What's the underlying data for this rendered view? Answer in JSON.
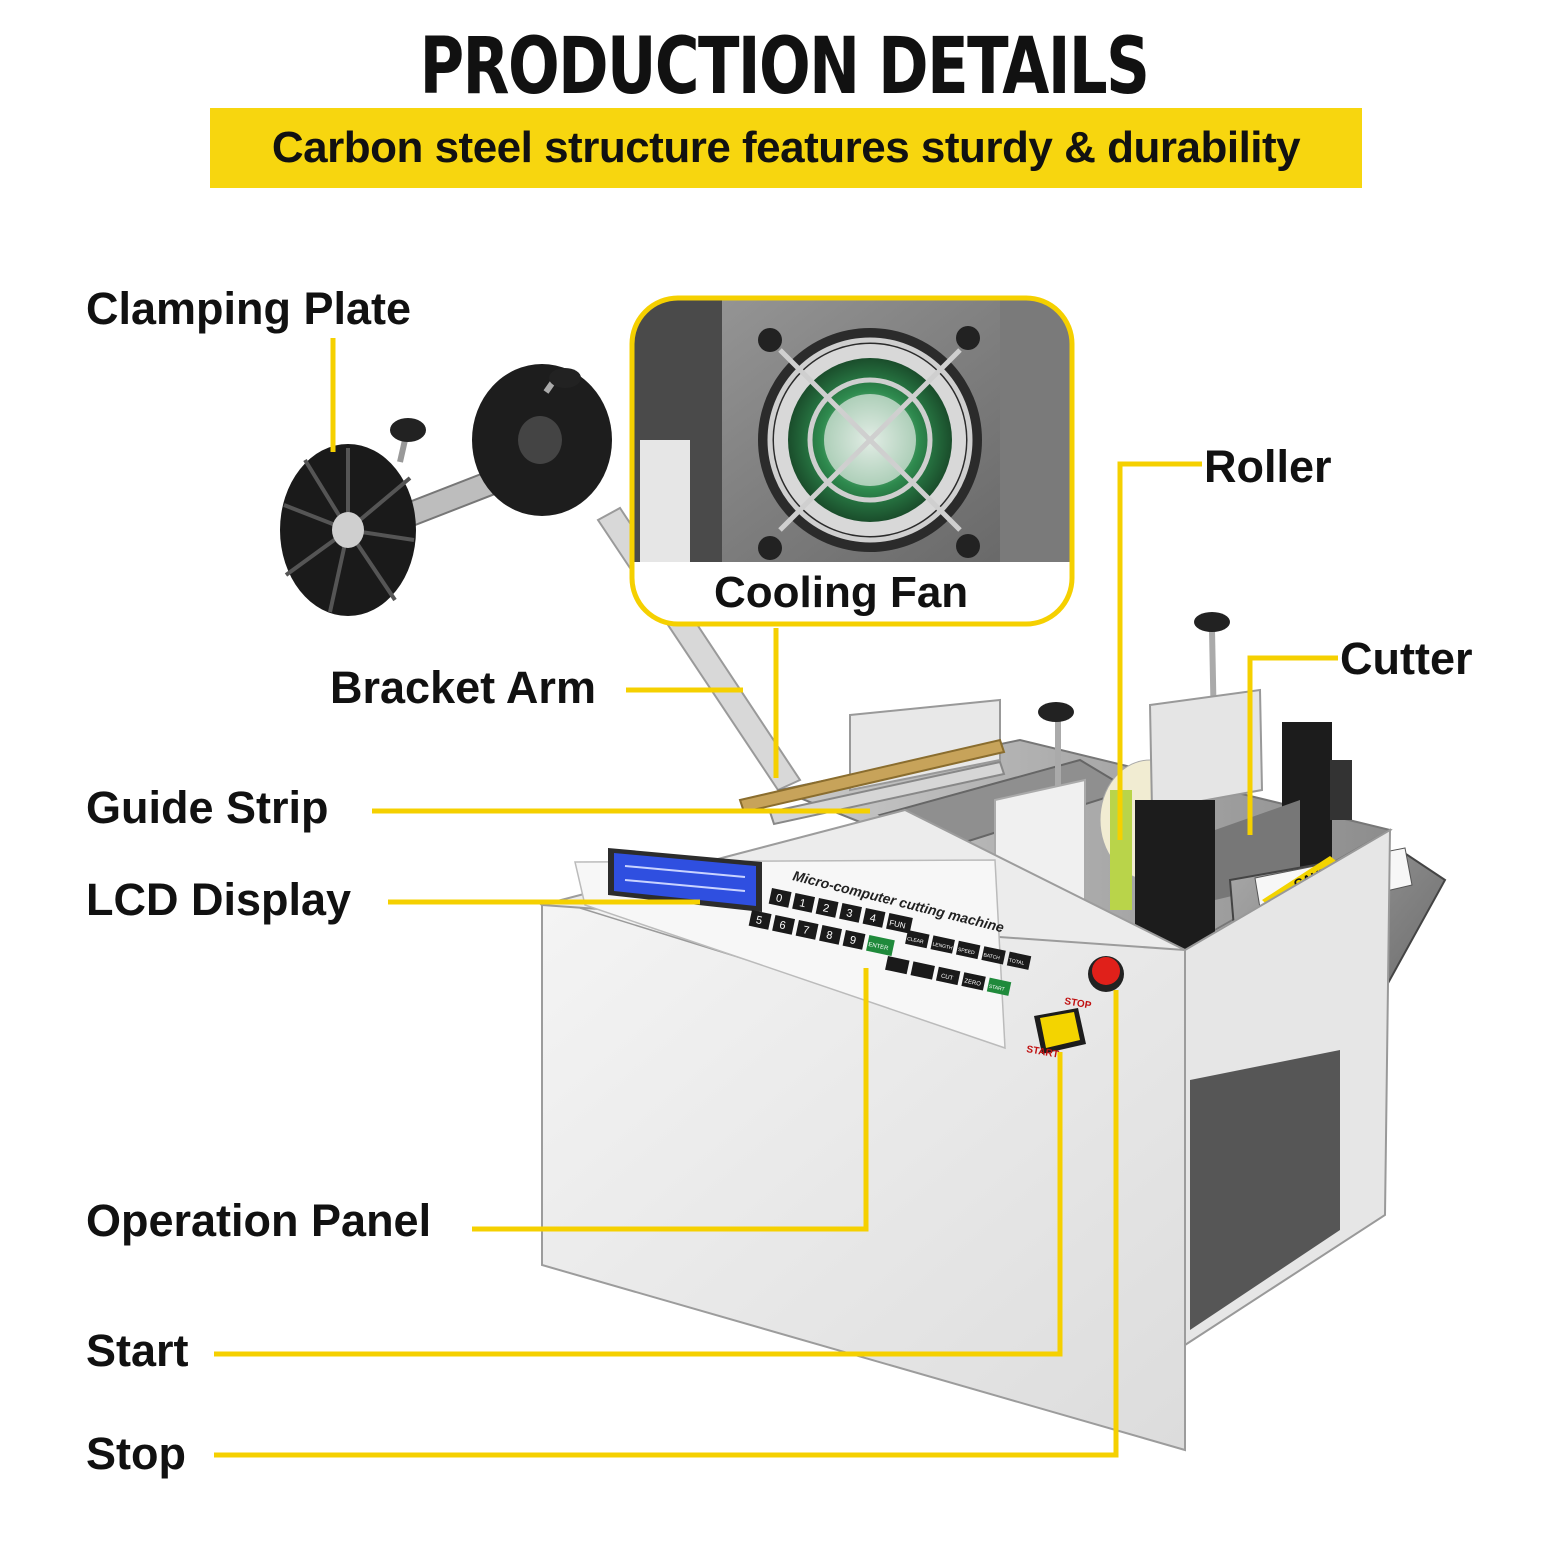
{
  "header": {
    "title": "PRODUCTION DETAILS",
    "subtitle": "Carbon steel structure features sturdy & durability"
  },
  "labels": {
    "clamping_plate": "Clamping Plate",
    "cooling_fan": "Cooling Fan",
    "roller": "Roller",
    "cutter": "Cutter",
    "bracket_arm": "Bracket Arm",
    "guide_strip": "Guide Strip",
    "lcd_display": "LCD Display",
    "operation_panel": "Operation Panel",
    "start": "Start",
    "stop": "Stop"
  },
  "machine": {
    "brand_text": "Micro-computer cutting machine",
    "keys_numeric": [
      "0",
      "1",
      "2",
      "3",
      "4",
      "5",
      "6",
      "7",
      "8",
      "9"
    ],
    "key_fun": "FUN",
    "key_enter": "ENTER",
    "keys_function": [
      "CLEAR",
      "LENGTH",
      "SPEED",
      "BATCH",
      "TOTAL"
    ],
    "keys_bottom": [
      "CUT",
      "ZERO",
      "START"
    ],
    "stop_button_text": "STOP",
    "start_button_text": "START",
    "caution_text": "CAUTION"
  },
  "colors": {
    "accent_yellow": "#f7d60f",
    "leader_yellow": "#f5d000",
    "text": "#111111",
    "lcd_blue": "#2f4fe0",
    "stop_red": "#e0201a"
  }
}
